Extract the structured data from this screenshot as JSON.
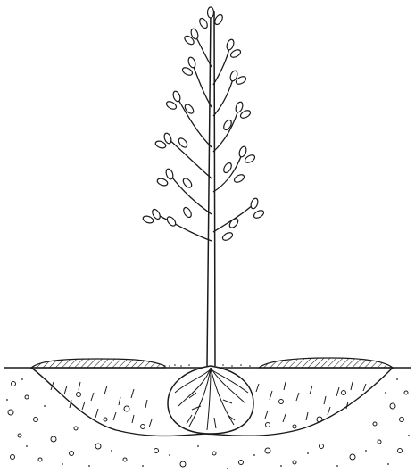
{
  "illustration": {
    "subject": "tree-planting-diagram",
    "colors": {
      "ink": "#1a1a1a",
      "paper": "#ffffff"
    },
    "parts": [
      "sapling",
      "leaves",
      "root-ball",
      "soil-mound",
      "planting-hole",
      "backfill-soil",
      "gravel-subsoil"
    ]
  }
}
